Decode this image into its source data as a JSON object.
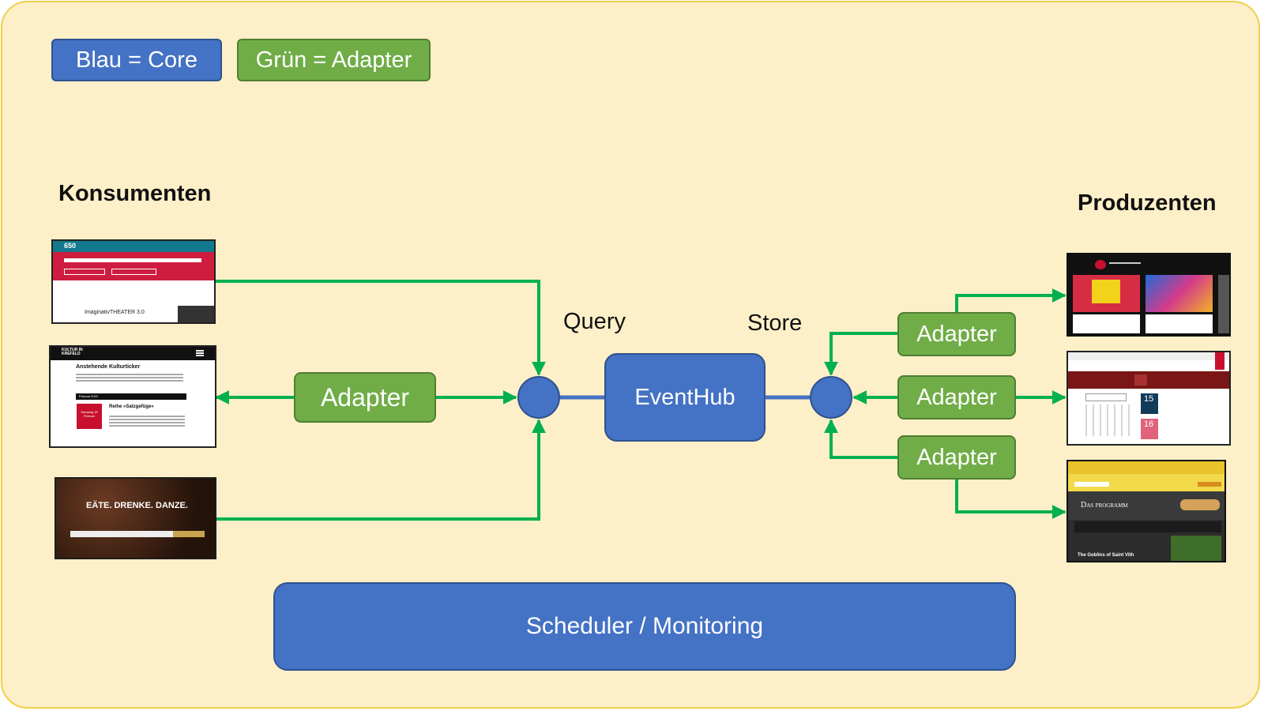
{
  "legend": {
    "core": "Blau = Core",
    "adapter": "Grün = Adapter"
  },
  "consumers_heading": "Konsumenten",
  "producers_heading": "Produzenten",
  "query_label": "Query",
  "store_label": "Store",
  "eventhub_label": "EventHub",
  "scheduler_label": "Scheduler / Monitoring",
  "consumer_adapter_label": "Adapter",
  "producer_adapters": [
    "Adapter",
    "Adapter",
    "Adapter"
  ],
  "thumbnails": {
    "consumer1": {
      "logo": "650",
      "headline": "ImaginativTHEATER 3.0"
    },
    "consumer2": {
      "logo": "KULTUR IN KREFELD",
      "title": "Anstehende Kulturticker",
      "month": "Februar 2022",
      "event_title": "Reihe »Satzgefüge«",
      "event_date": "Samstag 18 Februar"
    },
    "consumer3": {
      "title": "EÄTE. DRENKE. DANZE."
    },
    "producer2": {
      "day1": "15",
      "day2": "16"
    },
    "producer3": {
      "header": "Das programm",
      "footer": "The Goblins of Saint Vith"
    }
  },
  "colors": {
    "core": "#4472c4",
    "adapter": "#70ad47",
    "wire": "#00b050",
    "core_link": "#4472c4",
    "background": "#fdf0c8",
    "frame": "#f0cf4a"
  }
}
